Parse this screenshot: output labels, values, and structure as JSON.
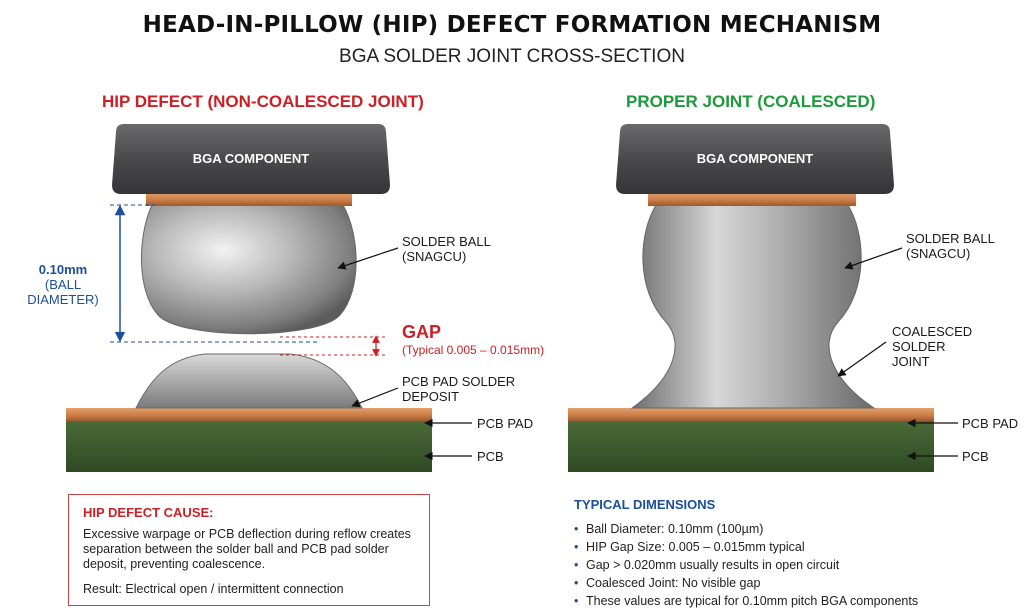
{
  "title": "HEAD-IN-PILLOW (HIP) DEFECT FORMATION MECHANISM",
  "subtitle": "BGA SOLDER JOINT CROSS-SECTION",
  "left_panel": {
    "heading": "HIP DEFECT (NON-COALESCED JOINT)",
    "component_label": "BGA COMPONENT",
    "solder_ball_label_line1": "SOLDER BALL",
    "solder_ball_label_line2": "(SNAGCU)",
    "diameter_value": "0.10mm",
    "diameter_label": "(BALL DIAMETER)",
    "gap_title": "GAP",
    "gap_typical": "(Typical 0.005 – 0.015mm)",
    "pad_deposit_line1": "PCB PAD SOLDER",
    "pad_deposit_line2": "DEPOSIT",
    "pcb_pad_label": "PCB PAD",
    "pcb_label": "PCB"
  },
  "right_panel": {
    "heading": "PROPER JOINT (COALESCED)",
    "component_label": "BGA COMPONENT",
    "solder_ball_label_line1": "SOLDER BALL",
    "solder_ball_label_line2": "(SNAGCU)",
    "coalesced_line1": "COALESCED SOLDER",
    "coalesced_line2": "JOINT",
    "pcb_pad_label": "PCB PAD",
    "pcb_label": "PCB"
  },
  "cause_box": {
    "title": "HIP DEFECT CAUSE:",
    "body": "Excessive warpage or PCB deflection during reflow creates separation between the solder ball and PCB pad solder deposit, preventing coalescence.",
    "result": "Result: Electrical open / intermittent connection"
  },
  "typical_dimensions": {
    "title": "TYPICAL DIMENSIONS",
    "items": [
      "Ball Diameter: 0.10mm (100µm)",
      "HIP Gap Size: 0.005 – 0.015mm typical",
      "Gap > 0.020mm usually results in open circuit",
      "Coalesced Joint: No visible gap",
      "These values are typical for 0.10mm pitch BGA components"
    ]
  },
  "colors": {
    "heading_red": "#cc2026",
    "heading_green": "#1e9a3c",
    "dimension_blue": "#1a4f9a",
    "copper": "#c97a45",
    "pcb_green": "#3c5a2e",
    "component_gray": "#4a4a4c"
  }
}
